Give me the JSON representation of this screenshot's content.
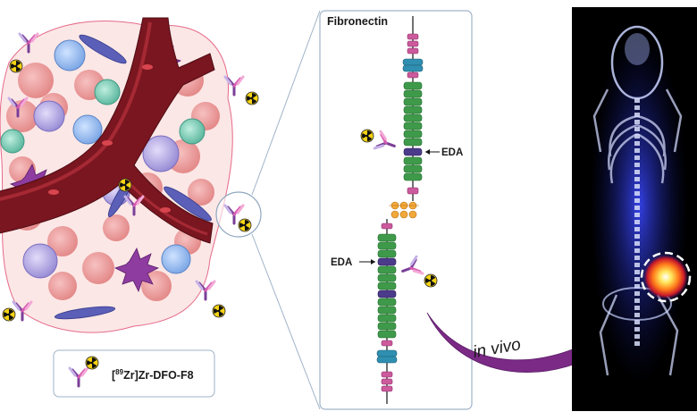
{
  "labels": {
    "protein": "Fibronectin",
    "domain_upper": "EDA",
    "domain_lower": "EDA",
    "arrow_text": "in vivo",
    "legend_sup": "89",
    "legend_pre": "[",
    "legend_mid": "Zr]Zr-DFO-F8"
  },
  "icons": [
    "radiation-symbol",
    "antibody",
    "blood-vessel",
    "tumor-cell",
    "fibroblast",
    "pet-mouse-scan"
  ],
  "colors": {
    "vessel": "#7a1620",
    "vessel_light": "#b8323d",
    "tumor_cell": "#f0a4a4",
    "module_green": "#3e9a4a",
    "module_pink": "#cc5a9c",
    "module_blue": "#2f8fb0",
    "module_purple": "#4b3b8a",
    "arrow_purple": "#7b2a86",
    "panel_border": "#9fb3c8"
  }
}
